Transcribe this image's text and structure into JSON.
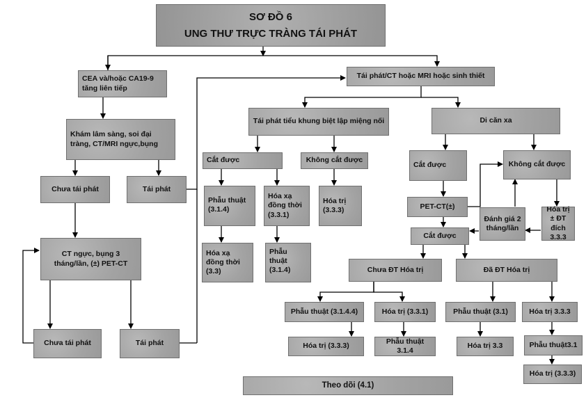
{
  "title": {
    "line1": "SƠ ĐỒ 6",
    "line2": "UNG THƯ TRỰC TRÀNG TÁI PHÁT"
  },
  "nodes": {
    "cea": "CEA và/hoặc CA19-9 tăng liên tiếp",
    "kham": "Khám lâm sàng, soi đại tràng, CT/MRI ngực,bụng",
    "chua_tai_phat_1": "Chưa tái phát",
    "tai_phat_1": "Tái phát",
    "ct_nguc": "CT ngực, bụng 3 tháng/lần, (±) PET-CT",
    "chua_tai_phat_2": "Chưa tái phát",
    "tai_phat_2": "Tái phát",
    "tai_phat_ct": "Tái phát/CT hoặc MRI hoặc sinh thiết",
    "tai_phat_tieu_khung": "Tái phát tiểu khung biệt lập miệng nối",
    "di_can_xa": "Di căn xa",
    "cat_duoc_1": "Cắt được",
    "khong_cat_duoc_1": "Không cắt được",
    "phau_thuat_314_a": "Phẫu thuật (3.1.4)",
    "hoa_xa_331": "Hóa xạ đồng thời (3.3.1)",
    "hoa_tri_333_a": "Hóa trị (3.3.3)",
    "hoa_xa_33": "Hóa xạ đồng thời (3.3)",
    "phau_thuat_314_b": "Phẫu thuật (3.1.4)",
    "cat_duoc_2": "Cắt được",
    "khong_cat_duoc_2": "Không cắt được",
    "pet_ct": "PET-CT(±)",
    "danh_gia": "Đánh giá 2 tháng/lần",
    "hoa_tri_dich": "Hóa trị ± ĐT đích 3.3.3",
    "cat_duoc_3": "Cắt được",
    "chua_dt_hoa_tri": "Chưa ĐT Hóa trị",
    "da_dt_hoa_tri": "Đã ĐT Hóa trị",
    "phau_thuat_3144": "Phẫu thuật (3.1.4.4)",
    "hoa_tri_331": "Hóa trị (3.3.1)",
    "phau_thuat_31": "Phẫu thuật (3.1)",
    "hoa_tri_333_b": "Hóa trị 3.3.3",
    "hoa_tri_333_c": "Hóa trị (3.3.3)",
    "phau_thuat_314_c": "Phẫu thuật 3.1.4",
    "hoa_tri_33": "Hóa trị 3.3",
    "phau_thuat_31_b": "Phẫu thuật3.1",
    "hoa_tri_333_d": "Hóa trị (3.3.3)",
    "theo_doi": "Theo dõi (4.1)"
  }
}
